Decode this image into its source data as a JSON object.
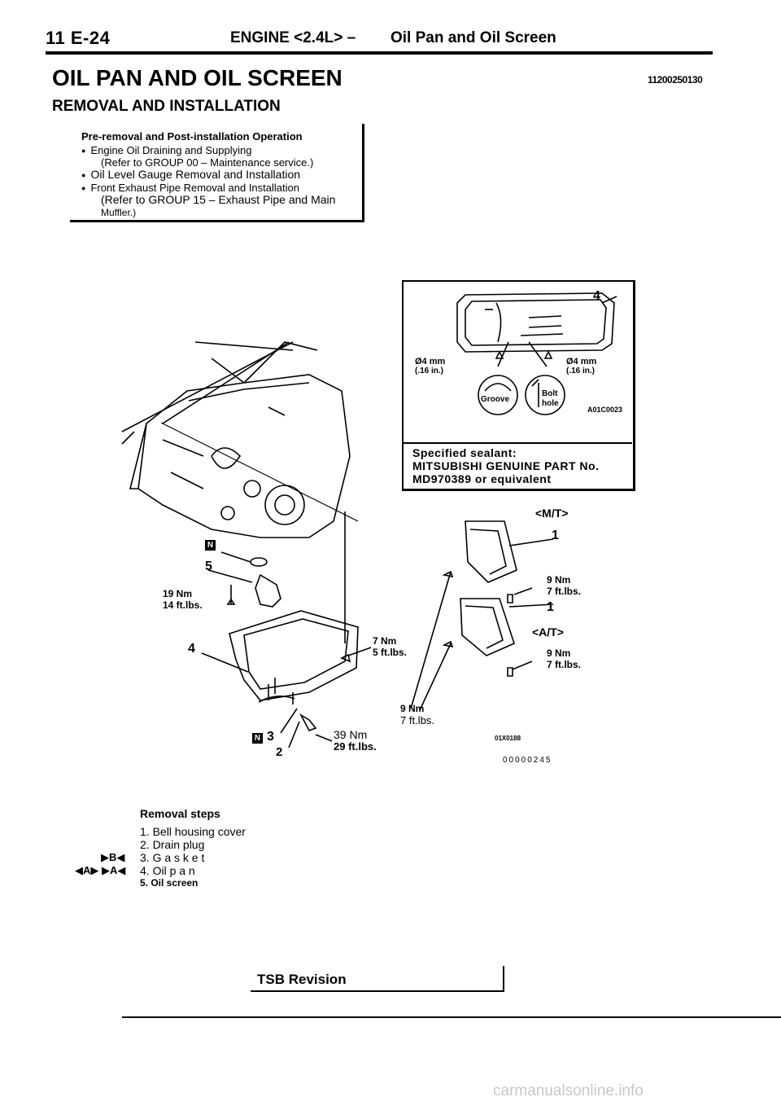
{
  "header": {
    "page_number": "11 E-24",
    "engine_label": "ENGINE <2.4L> –",
    "section_name": "Oil Pan and Oil Screen"
  },
  "title": "OIL PAN AND OIL SCREEN",
  "document_code": "11200250130",
  "subtitle": "REMOVAL AND INSTALLATION",
  "pre_removal": {
    "heading": "Pre-removal and Post-installation Operation",
    "items": [
      "Engine Oil Draining and Supplying",
      "(Refer to GROUP 00 – Maintenance service.)",
      "Oil Level Gauge Removal and Installation",
      "Front Exhaust Pipe Removal and Installation",
      "(Refer to GROUP 15 – Exhaust Pipe and Main",
      "Muffler.)"
    ]
  },
  "inset": {
    "dimension_left": "Ø4 mm",
    "dimension_left_in": "(.16 in.)",
    "dimension_right": "Ø4 mm",
    "dimension_right_in": "(.16 in.)",
    "groove_label": "Groove",
    "bolt_label": "Bolt",
    "hole_label": "hole",
    "part_number_label": "4",
    "figure_code": "A01C0023"
  },
  "sealant": {
    "line1": "Specified sealant:",
    "line2": "MITSUBISHI GENUINE PART No.",
    "line3": "MD970389 or equivalent"
  },
  "diagram_labels": {
    "n_marker": "N",
    "mt_label": "<M/T>",
    "at_label": "<A/T>",
    "callout_1a": "1",
    "callout_1b": "1",
    "callout_2": "2",
    "callout_3": "3",
    "callout_4": "4",
    "callout_5": "5",
    "torque_19_nm": "19 Nm",
    "torque_14_ft": "14 ft.lbs.",
    "torque_7_nm": "7 Nm",
    "torque_5_ft": "5 ft.lbs.",
    "torque_9_nm_a": "9 Nm",
    "torque_7_ft_a": "7 ft.lbs.",
    "torque_9_nm_b": "9 Nm",
    "torque_7_ft_b": "7 ft.lbs.",
    "torque_9_nm_c": "9 Nm",
    "torque_7_ft_c": "7 ft.lbs.",
    "torque_39_nm": "39 Nm",
    "torque_29_ft": "29 ft.lbs.",
    "figure_code_right": "01X0188",
    "figure_code_main": "00000245"
  },
  "removal_steps": {
    "heading": "Removal steps",
    "steps": [
      {
        "marks": "",
        "text": "1. Bell housing cover"
      },
      {
        "marks": "",
        "text": "2. Drain plug"
      },
      {
        "marks": "▶B◀",
        "text": "3. G a s k e t"
      },
      {
        "marks": "◀A▶ ▶A◀",
        "text": "4. Oil p a n"
      },
      {
        "marks": "",
        "text": "5. Oil screen"
      }
    ]
  },
  "footer": {
    "tsb_label": "TSB Revision",
    "watermark": "carmanualsonline.info"
  }
}
